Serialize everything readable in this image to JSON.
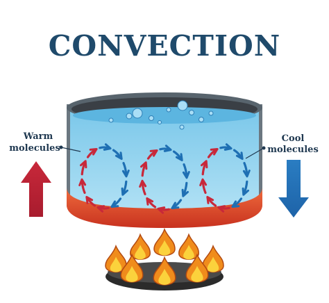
{
  "title": "CONVECTION",
  "labels": {
    "warm_line1": "Warm",
    "warm_line2": "molecules",
    "cool_line1": "Cool",
    "cool_line2": "molecules"
  },
  "colors": {
    "title": "#1f4a6b",
    "water": "#8fd3ef",
    "pot_rim": "#5a6670",
    "pot_bottom": "#d7452c",
    "warm": "#c8283a",
    "cool": "#1e6fb3",
    "flame_outer": "#f08c1c",
    "flame_inner": "#fbd23c",
    "burner": "#2d2d2d"
  },
  "cells": 3
}
